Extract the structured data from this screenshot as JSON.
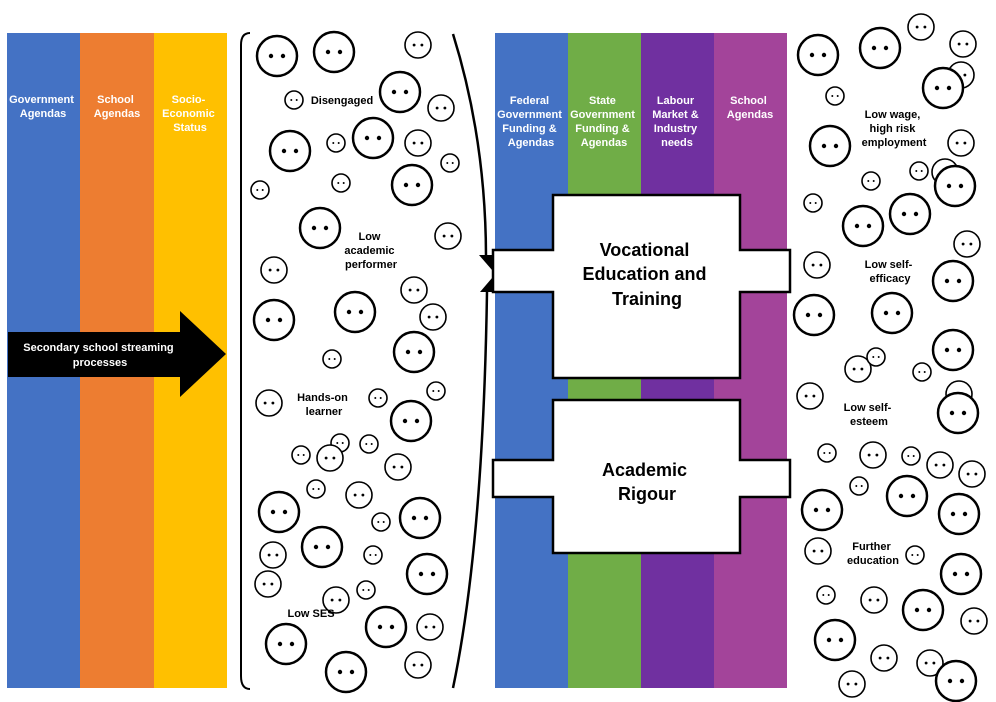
{
  "colors": {
    "government": "#4472C4",
    "school": "#ED7D31",
    "ses": "#FFC000",
    "federal": "#4472C4",
    "state": "#70AD47",
    "labour": "#7030A0",
    "school_right": "#A3449A",
    "arrow": "#000000",
    "face_stroke": "#000000"
  },
  "left_columns": [
    {
      "label": [
        "Government",
        "Agendas"
      ]
    },
    {
      "label": [
        "School",
        "Agendas"
      ]
    },
    {
      "label": [
        "Socio-",
        "Economic",
        "Status"
      ]
    }
  ],
  "streaming_arrow": {
    "label": [
      "Secondary school streaming",
      "processes"
    ]
  },
  "student_labels": [
    {
      "label": [
        "Disengaged"
      ]
    },
    {
      "label": [
        "Low",
        "academic",
        "performer"
      ]
    },
    {
      "label": [
        "Hands-on",
        "learner"
      ]
    },
    {
      "label": [
        "Low SES"
      ]
    }
  ],
  "right_columns": [
    {
      "label": [
        "Federal",
        "Government",
        "Funding &",
        "Agendas"
      ]
    },
    {
      "label": [
        "State",
        "Government",
        "Funding &",
        "Agendas"
      ]
    },
    {
      "label": [
        "Labour",
        "Market &",
        "Industry",
        "needs"
      ]
    },
    {
      "label": [
        "School",
        "Agendas"
      ]
    }
  ],
  "pathways": [
    {
      "label": [
        "Vocational",
        "Education and",
        "Training"
      ]
    },
    {
      "label": [
        "Academic",
        "Rigour"
      ]
    }
  ],
  "outcome_labels": [
    {
      "label": [
        "Low wage,",
        "high risk",
        "employment"
      ]
    },
    {
      "label": [
        "Low self-",
        "efficacy"
      ]
    },
    {
      "label": [
        "Low self-",
        "esteem"
      ]
    },
    {
      "label": [
        "Further",
        "education"
      ]
    }
  ]
}
